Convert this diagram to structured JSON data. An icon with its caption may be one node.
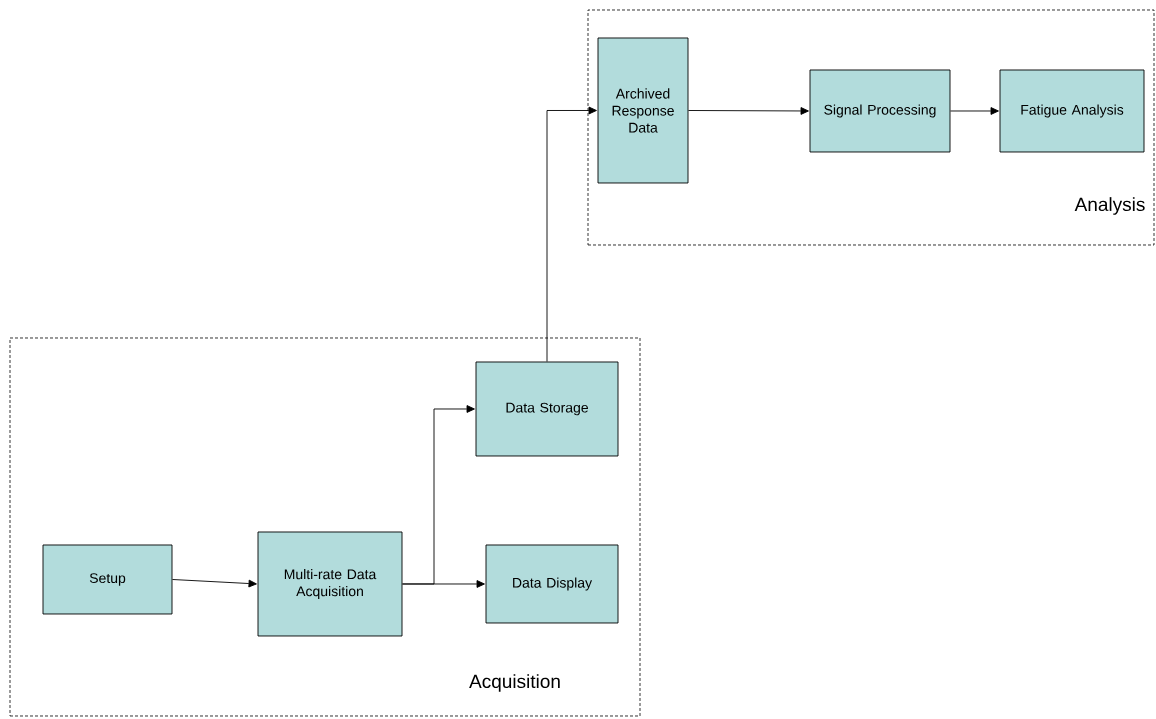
{
  "diagram": {
    "nodes": [
      {
        "text": [
          "Analysis"
        ]
      },
      {
        "text": [
          "Archived Response Data"
        ],
        "in": 0
      },
      {
        "text": [
          "Signal Processing"
        ],
        "in": 0
      },
      {
        "text": [
          "Fatigue Analysis"
        ],
        "in": 0
      },
      {
        "text": [
          "Acquisition"
        ]
      },
      {
        "text": [
          "Setup"
        ],
        "in": 4
      },
      {
        "text": [
          "Multi-rate Data Acquisition"
        ],
        "in": 4
      },
      {
        "text": [
          "Data Storage"
        ],
        "in": 4
      },
      {
        "text": [
          "Data Display"
        ],
        "in": 4
      }
    ],
    "edges": [
      {
        "from": 1,
        "to": 2,
        "arrow": "to"
      },
      {
        "from": 2,
        "to": 3,
        "arrow": "to"
      },
      {
        "from": 5,
        "to": 6,
        "arrow": "to"
      },
      {
        "from": 6,
        "to": 7,
        "arrow": "to"
      },
      {
        "from": 6,
        "to": 8,
        "arrow": "to"
      },
      {
        "from": 7,
        "to": 1,
        "arrow": "to"
      }
    ]
  }
}
